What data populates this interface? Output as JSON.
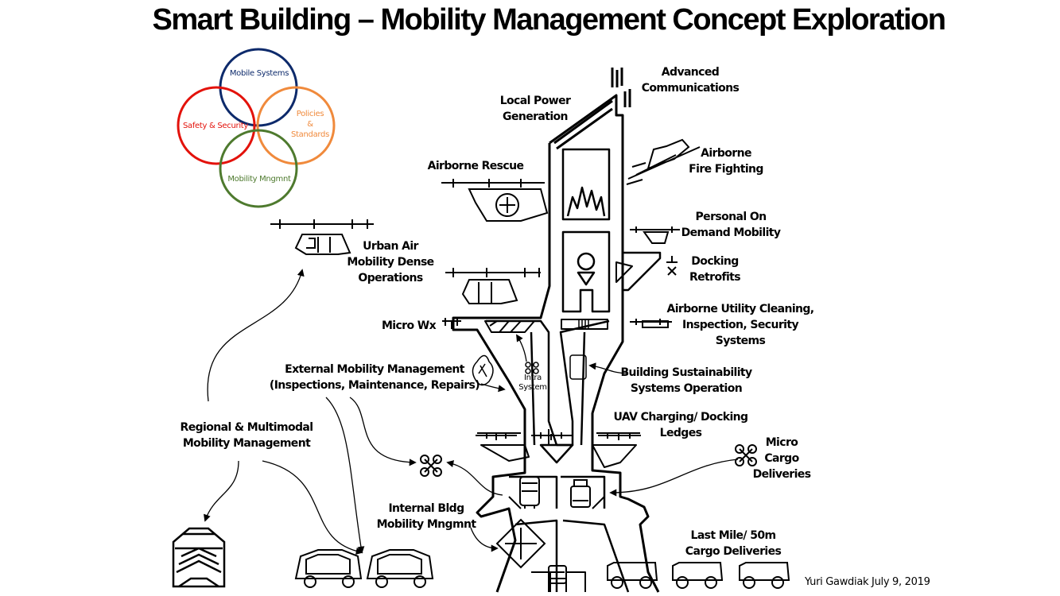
{
  "title": "Smart Building –  Mobility Management Concept Exploration",
  "venn": {
    "mobile_systems": "Mobile Systems",
    "safety_security": "Safety & Security",
    "policies_l1": "Policies",
    "policies_l2": "&",
    "policies_l3": "Standards",
    "mobility_mngmnt": "Mobility Mngmnt",
    "colors": {
      "mobile": "#0d2a6b",
      "safety": "#e3120b",
      "policies": "#f08a3c",
      "mobility": "#4e7a2e"
    }
  },
  "labels": {
    "advanced_comm": [
      "Advanced",
      "Communications"
    ],
    "local_power": [
      "Local Power",
      "Generation"
    ],
    "airborne_fire": [
      "Airborne",
      "Fire Fighting"
    ],
    "airborne_rescue": "Airborne Rescue",
    "personal_on_demand": [
      "Personal On",
      "Demand Mobility"
    ],
    "docking_retrofits": [
      "Docking",
      "Retrofits"
    ],
    "urban_air": [
      "Urban Air",
      "Mobility Dense",
      "Operations"
    ],
    "airborne_utility": [
      "Airborne Utility Cleaning,",
      "Inspection, Security",
      "Systems"
    ],
    "micro_wx": "Micro Wx",
    "external_mobility": [
      "External Mobility Management",
      "(Inspections, Maintenance, Repairs)"
    ],
    "intra_system": [
      "Intra",
      "System"
    ],
    "building_sustainability": [
      "Building Sustainability",
      "Systems Operation"
    ],
    "uav_charging": [
      "UAV Charging/ Docking",
      "Ledges"
    ],
    "regional": [
      "Regional & Multimodal",
      "Mobility Management"
    ],
    "micro_cargo": [
      "Micro",
      "Cargo",
      "Deliveries"
    ],
    "internal_bldg": [
      "Internal Bldg",
      "Mobility Mngmnt"
    ],
    "last_mile": [
      "Last Mile/ 50m",
      "Cargo Deliveries"
    ]
  },
  "credit": "Yuri Gawdiak July 9, 2019"
}
